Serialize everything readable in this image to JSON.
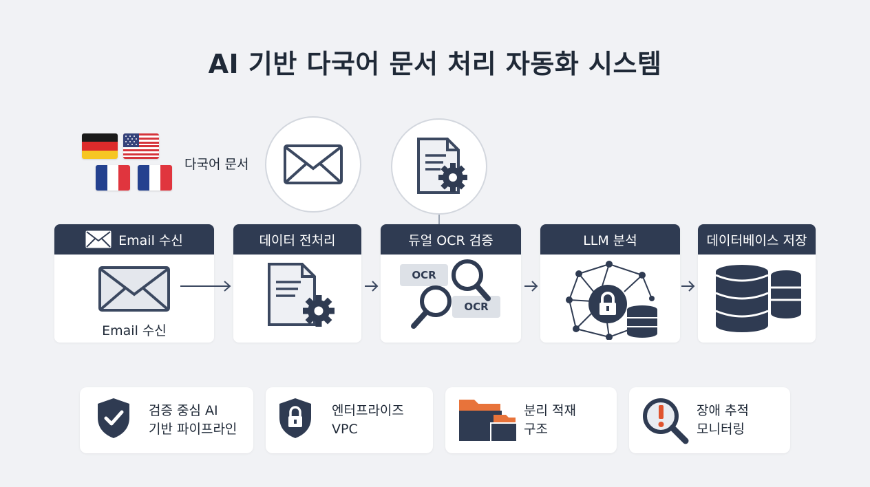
{
  "title": "AI 기반 다국어 문서 처리 자동화 시스템",
  "input": {
    "multilingual_label": "다국어 문서",
    "flags": [
      "german-flag",
      "us-flag",
      "french-flag",
      "french-flag"
    ]
  },
  "pipeline": [
    {
      "header": "Email 수신",
      "sublabel": "Email 수신",
      "icon": "envelope-icon"
    },
    {
      "header": "데이터 전처리",
      "icon": "document-gear-icon"
    },
    {
      "header": "듀얼 OCR 검증",
      "icon": "magnifier-icon",
      "tags": [
        "OCR",
        "OCR"
      ]
    },
    {
      "header": "LLM 분석",
      "icon": "network-lock-icon"
    },
    {
      "header": "데이터베이스 저장",
      "icon": "database-icon"
    }
  ],
  "features": [
    {
      "line1": "검증 중심 AI",
      "line2": "기반 파이프라인",
      "icon": "shield-check-icon"
    },
    {
      "line1": "엔터프라이즈",
      "line2": "VPC",
      "icon": "shield-lock-icon"
    },
    {
      "line1": "분리 적재",
      "line2": "구조",
      "icon": "folders-icon"
    },
    {
      "line1": "장애 추적",
      "line2": "모니터링",
      "icon": "alert-magnifier-icon"
    }
  ],
  "colors": {
    "navy": "#2f3b52",
    "orange": "#e8733a",
    "background": "#f1f2f5"
  }
}
